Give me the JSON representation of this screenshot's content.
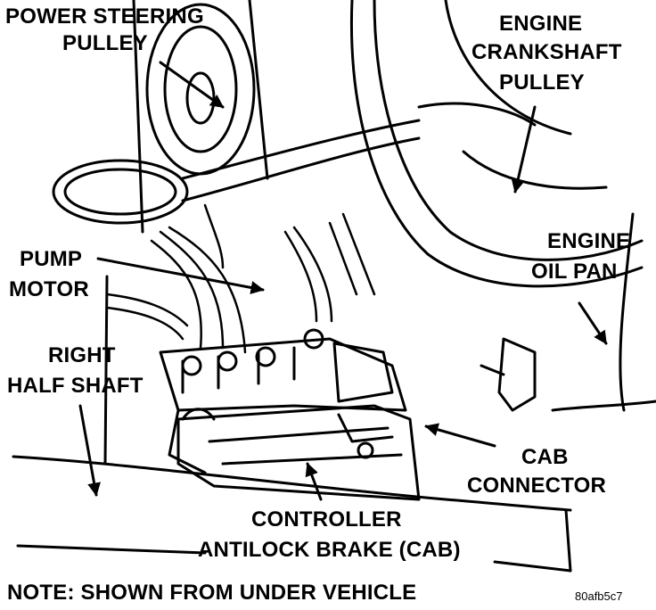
{
  "labels": {
    "power_steering_pulley": [
      "POWER STEERING",
      "PULLEY"
    ],
    "engine_crankshaft_pulley": [
      "ENGINE",
      "CRANKSHAFT",
      "PULLEY"
    ],
    "engine_oil_pan": [
      "ENGINE",
      "OIL PAN"
    ],
    "pump_motor": [
      "PUMP",
      "MOTOR"
    ],
    "right_half_shaft": [
      "RIGHT",
      "HALF SHAFT"
    ],
    "cab_connector": [
      "CAB",
      "CONNECTOR"
    ],
    "controller": [
      "CONTROLLER",
      "ANTILOCK BRAKE (CAB)"
    ]
  },
  "note": "NOTE: SHOWN FROM UNDER VEHICLE",
  "figure_code": "80afb5c7",
  "colors": {
    "ink": "#000000",
    "paper": "#ffffff"
  }
}
